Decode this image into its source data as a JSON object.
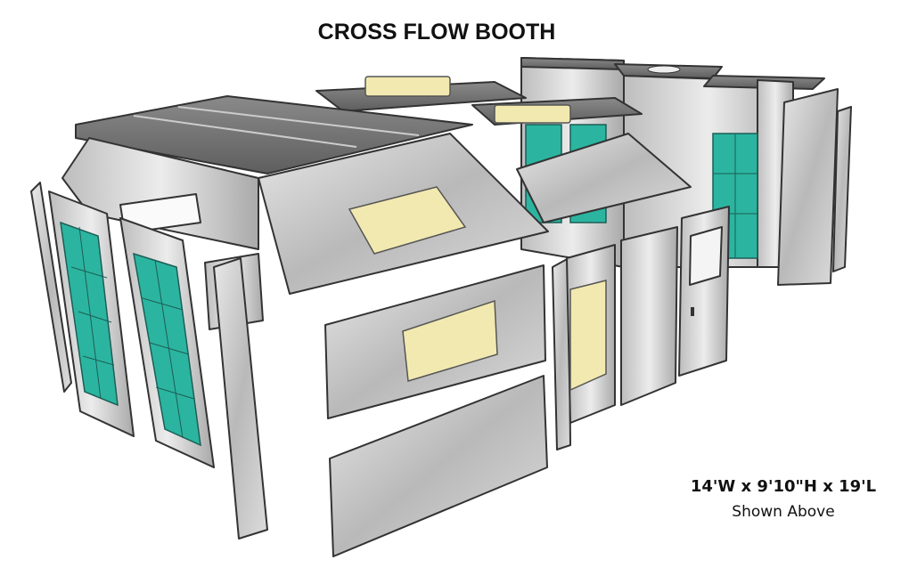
{
  "title": "CROSS FLOW BOOTH",
  "dimensions": "14'W x 9'10\"H x 19'L",
  "note": "Shown Above",
  "colors": {
    "panel": "#c9c9c9",
    "filter": "#2bb5a0",
    "light": "#f2e9b0",
    "outline": "#333333"
  }
}
